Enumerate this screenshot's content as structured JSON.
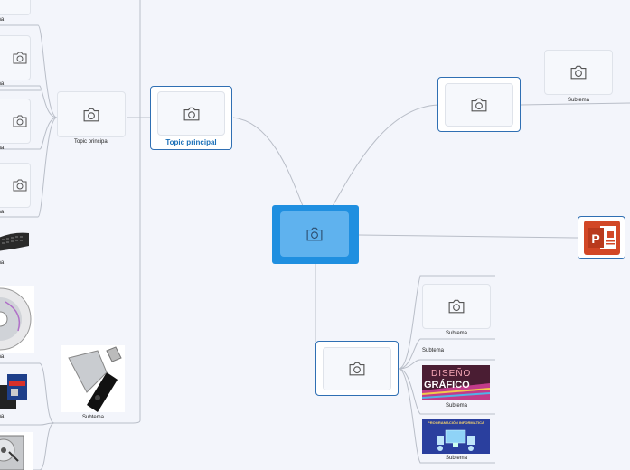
{
  "central": {
    "icon": "camera-icon",
    "fill": "#1f8fe0",
    "inner": "#5fb2ee"
  },
  "left_branch": {
    "topic_label": "Topic principal",
    "sub_topic_label": "Topic principal",
    "items": [
      {
        "label": "ma"
      },
      {
        "label": "ma"
      },
      {
        "label": "ma"
      },
      {
        "label": "ma"
      },
      {
        "label": "ma"
      },
      {
        "label": "ma"
      },
      {
        "label": "ma"
      }
    ],
    "usb_label": "Subtema"
  },
  "right_top": {
    "subtopic_label": "Subtema"
  },
  "right_mid": {
    "icon": "powerpoint-icon",
    "accent": "#d24726",
    "letter": "P"
  },
  "right_bottom": {
    "items": [
      {
        "label": "Subtema"
      },
      {
        "label": "Subtema"
      },
      {
        "label": "Subtema",
        "banner": "DISEÑO",
        "banner2": "GRÁFICO"
      },
      {
        "label": "Subtema",
        "banner": "PROGRAMACIÓN INFORMÁTICA"
      }
    ]
  },
  "colors": {
    "accent": "#1f8fe0",
    "line": "#b9bec8",
    "border": "#2f6fb3"
  }
}
